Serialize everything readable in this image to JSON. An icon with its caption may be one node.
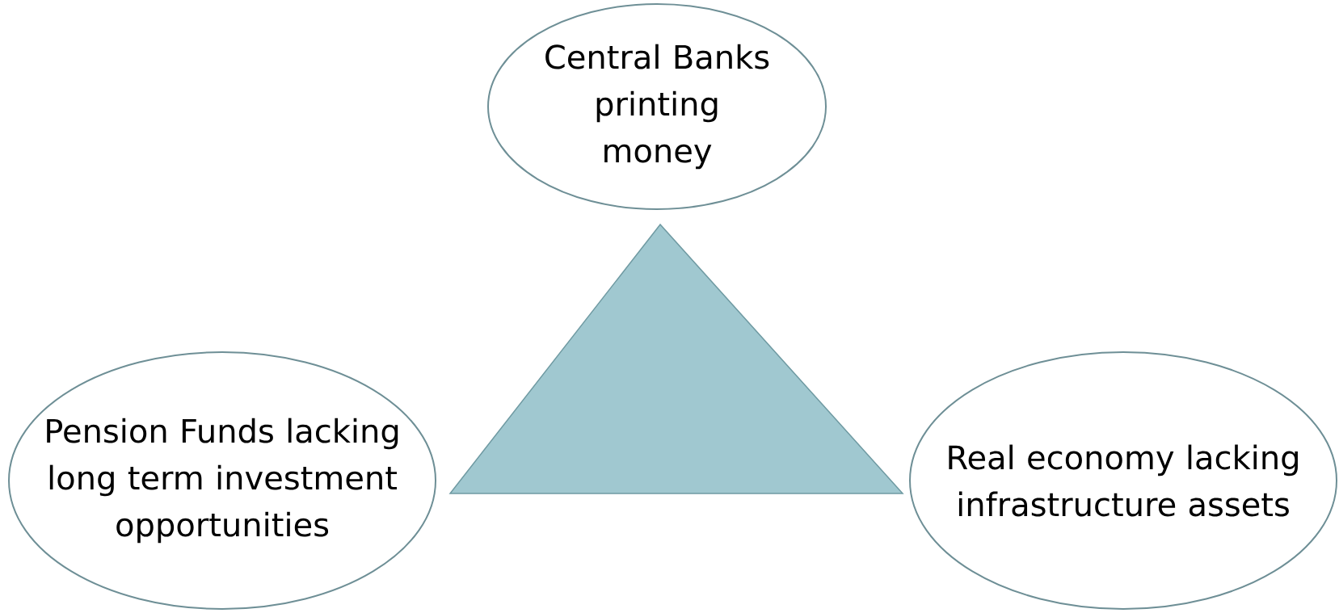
{
  "diagram": {
    "nodes": [
      {
        "text": [
          "Central Banks printing money"
        ]
      },
      {
        "text": [
          "Pension Funds lacking long term investment opportunities"
        ]
      },
      {
        "text": [
          "Real economy lacking infrastructure assets"
        ]
      },
      {
        "text": [],
        "shape": "triangle"
      }
    ]
  }
}
